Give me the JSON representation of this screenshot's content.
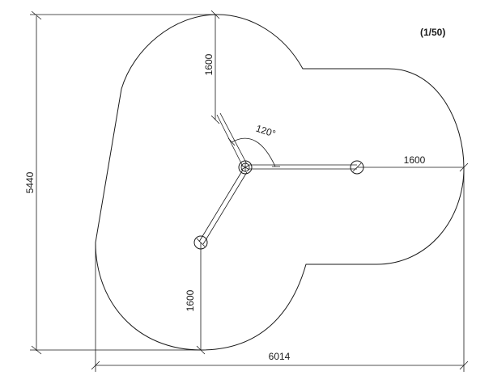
{
  "scale_label": "(1/50)",
  "dimensions": {
    "overall_height": "5440",
    "overall_width": "6014",
    "arm_top": "1600",
    "arm_right": "1600",
    "arm_bottom": "1600"
  },
  "angle_label": "120°"
}
